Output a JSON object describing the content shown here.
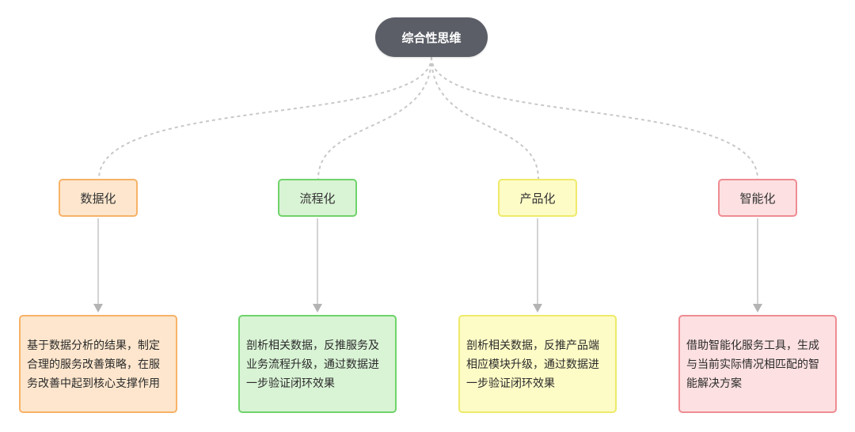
{
  "root": {
    "label": "综合性思维"
  },
  "categories": [
    {
      "label": "数据化",
      "description": "基于数据分析的结果，制定合理的服务改善策略，在服务改善中起到核心支撑作用",
      "color": "orange"
    },
    {
      "label": "流程化",
      "description": "剖析相关数据，反推服务及业务流程升级，通过数据进一步验证闭环效果",
      "color": "green"
    },
    {
      "label": "产品化",
      "description": "剖析相关数据，反推产品端相应模块升级，通过数据进一步验证闭环效果",
      "color": "yellow"
    },
    {
      "label": "智能化",
      "description": "借助智能化服务工具，生成与当前实际情况相匹配的智能解决方案",
      "color": "red"
    }
  ],
  "colors": {
    "root_fill": "#5b5e66",
    "connector": "#c8c8c8",
    "arrow": "#b4b4b4"
  }
}
